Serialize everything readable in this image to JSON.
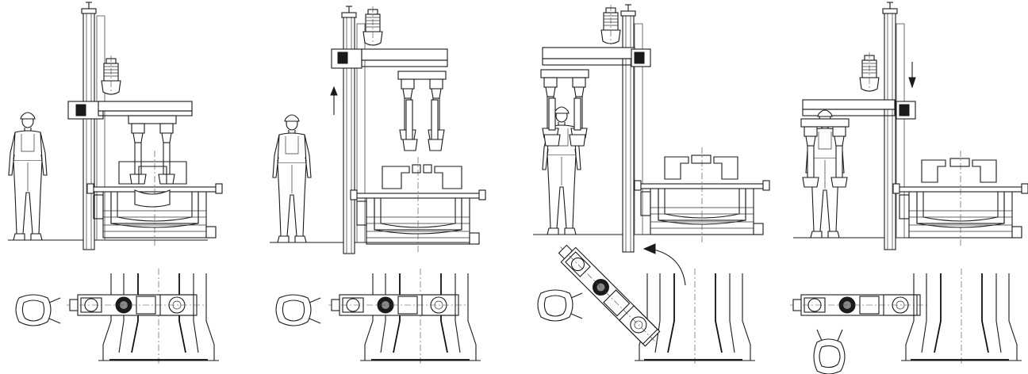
{
  "figure": {
    "panels": [
      {
        "id": "stage-1",
        "lift_arrow": "none",
        "arm_position": "over-furnace",
        "operator_visible": true
      },
      {
        "id": "stage-2",
        "lift_arrow": "up",
        "arm_position": "raised",
        "operator_visible": true
      },
      {
        "id": "stage-3",
        "lift_arrow": "swing",
        "arm_position": "swung-away",
        "operator_visible": true
      },
      {
        "id": "stage-4",
        "lift_arrow": "down",
        "arm_position": "lowered-lining",
        "operator_visible": true
      }
    ],
    "colors": {
      "line": "#1a1a1a",
      "hatch": "#555555",
      "background": "#ffffff"
    }
  }
}
